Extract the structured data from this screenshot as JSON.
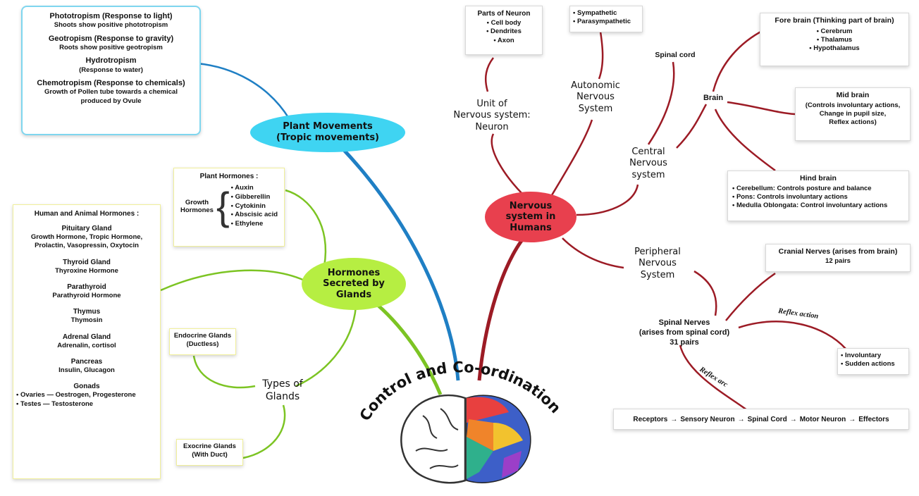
{
  "colors": {
    "plant_branch": "#1f7fc4",
    "hormone_branch": "#7cc423",
    "nerve_branch": "#9c1b25",
    "plant_node_fill": "#3fd4f2",
    "hormone_node_fill": "#b6ee42",
    "nerve_node_fill": "#e8404e",
    "plant_box_border": "#7fd6ef",
    "hormone_box_border": "#f0ef9a"
  },
  "center_title": "Control and Co-ordination",
  "plant_movements": {
    "node_line1": "Plant Movements",
    "node_line2": "(Tropic movements)",
    "items": [
      {
        "title": "Phototropism (Response to light)",
        "desc": "Shoots show positive phototropism"
      },
      {
        "title": "Geotropism (Response to gravity)",
        "desc": "Roots show positive geotropism"
      },
      {
        "title": "Hydrotropism",
        "desc": "(Response to water)"
      },
      {
        "title": "Chemotropism (Response to chemicals)",
        "desc": "Growth of Pollen tube towards a chemical produced by Ovule"
      }
    ]
  },
  "hormones": {
    "node_line1": "Hormones",
    "node_line2": "Secreted by",
    "node_line3": "Glands",
    "plant_hormones": {
      "title": "Plant Hormones :",
      "group_line1": "Growth",
      "group_line2": "Hormones",
      "items": [
        "• Auxin",
        "• Gibberellin",
        "• Cytokinin",
        "• Abscisic acid",
        "• Ethylene"
      ]
    },
    "human_hormones": {
      "title": "Human and Animal Hormones :",
      "glands": [
        {
          "name": "Pituitary Gland",
          "hormones": "Growth Hormone, Tropic Hormone, Prolactin, Vasopressin, Oxytocin"
        },
        {
          "name": "Thyroid Gland",
          "hormones": "Thyroxine Hormone"
        },
        {
          "name": "Parathyroid",
          "hormones": "Parathyroid Hormone"
        },
        {
          "name": "Thymus",
          "hormones": "Thymosin"
        },
        {
          "name": "Adrenal Gland",
          "hormones": "Adrenalin, cortisol"
        },
        {
          "name": "Pancreas",
          "hormones": "Insulin, Glucagon"
        }
      ],
      "gonads": {
        "name": "Gonads",
        "line1": "• Ovaries — Oestrogen, Progesterone",
        "line2": "• Testes — Testosterone"
      }
    },
    "types_line1": "Types of",
    "types_line2": "Glands",
    "endocrine_line1": "Endocrine Glands",
    "endocrine_line2": "(Ductless)",
    "exocrine_line1": "Exocrine Glands",
    "exocrine_line2": "(With Duct)"
  },
  "nervous": {
    "node_line1": "Nervous",
    "node_line2": "system in",
    "node_line3": "Humans",
    "unit_line1": "Unit of",
    "unit_line2": "Nervous system:",
    "unit_line3": "Neuron",
    "neuron_box": {
      "title": "Parts of Neuron",
      "items": [
        "• Cell body",
        "• Dendrites",
        "• Axon"
      ]
    },
    "autonomic_line1": "Autonomic",
    "autonomic_line2": "Nervous",
    "autonomic_line3": "System",
    "autonomic_box": {
      "items": [
        "• Sympathetic",
        "• Parasympathetic"
      ]
    },
    "cns_line1": "Central",
    "cns_line2": "Nervous",
    "cns_line3": "system",
    "spinal_cord": "Spinal cord",
    "brain": "Brain",
    "fore_brain": {
      "title": "Fore brain (Thinking part of brain)",
      "items": [
        "• Cerebrum",
        "• Thalamus",
        "• Hypothalamus"
      ]
    },
    "mid_brain": {
      "title": "Mid brain",
      "line1": "(Controls involuntary actions,",
      "line2": "Change in pupil size,",
      "line3": "Reflex actions)"
    },
    "hind_brain": {
      "title": "Hind brain",
      "items": [
        "• Cerebellum: Controls posture and balance",
        "• Pons: Controls involuntary actions",
        "• Medulla Oblongata: Control involuntary actions"
      ]
    },
    "pns_line1": "Peripheral",
    "pns_line2": "Nervous",
    "pns_line3": "System",
    "cranial": {
      "line1": "Cranial Nerves (arises from brain)",
      "line2": "12 pairs"
    },
    "spinal_nerves": {
      "line1": "Spinal Nerves",
      "line2": "(arises from spinal cord)",
      "line3": "31 pairs"
    },
    "reflex_action": "Reflex action",
    "reflex_arc": "Reflex arc",
    "involuntary_items": [
      "• Involuntary",
      "• Sudden actions"
    ],
    "arc_steps": [
      "Receptors",
      "Sensory Neuron",
      "Spinal Cord",
      "Motor Neuron",
      "Effectors"
    ],
    "arrow": "→"
  }
}
